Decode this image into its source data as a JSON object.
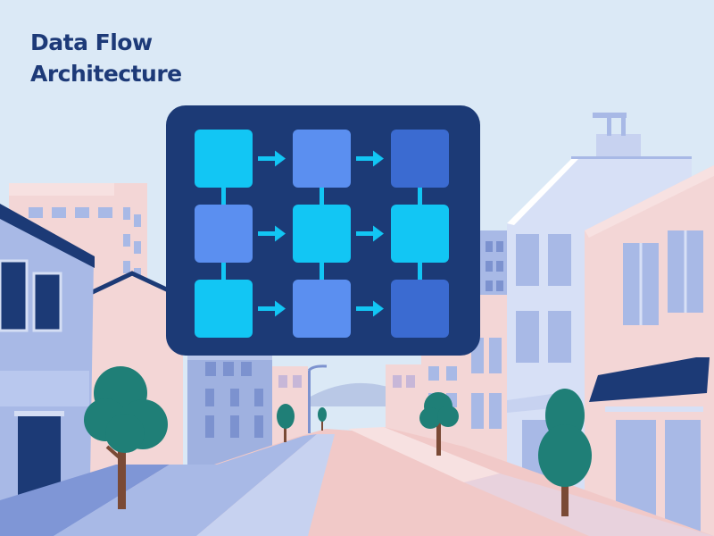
{
  "title": {
    "line1": "Data Flow",
    "line2": "Architecture"
  },
  "diagram": {
    "rows": 3,
    "cols": 3,
    "node_colors": [
      [
        "#12c6f4",
        "#5b8ff0",
        "#3b6bd1"
      ],
      [
        "#5b8ff0",
        "#12c6f4",
        "#12c6f4"
      ],
      [
        "#12c6f4",
        "#5b8ff0",
        "#3b6bd1"
      ]
    ],
    "vertical_links": [
      {
        "col": 0,
        "from_row": 0,
        "to_row": 1
      },
      {
        "col": 0,
        "from_row": 1,
        "to_row": 2
      },
      {
        "col": 1,
        "from_row": 0,
        "to_row": 1
      },
      {
        "col": 1,
        "from_row": 1,
        "to_row": 2
      },
      {
        "col": 2,
        "from_row": 0,
        "to_row": 1
      },
      {
        "col": 2,
        "from_row": 1,
        "to_row": 2
      }
    ],
    "arrow_direction": "right",
    "panel_color": "#1c3a76",
    "arrow_color": "#12c6f4"
  },
  "colors": {
    "sky": "#dbe9f6",
    "building_pink": "#f3d6d6",
    "building_blue": "#a8b9e6",
    "awning": "#1c3a76",
    "tree": "#1f7f77",
    "trunk": "#7a4a36",
    "road": "#f1c9c8"
  }
}
